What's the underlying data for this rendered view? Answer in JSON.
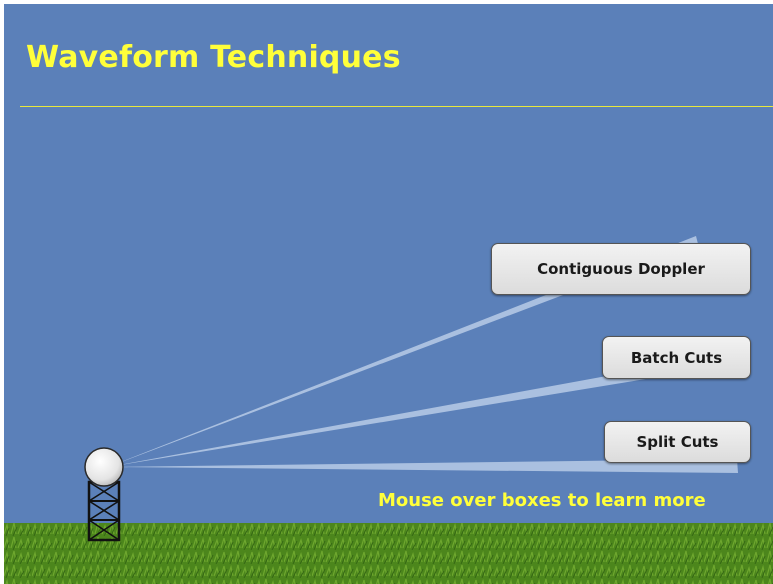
{
  "slide": {
    "title": "Waveform Techniques",
    "hint": "Mouse over boxes to learn more"
  },
  "buttons": {
    "contiguous_doppler": "Contiguous Doppler",
    "batch_cuts": "Batch Cuts",
    "split_cuts": "Split Cuts"
  },
  "colors": {
    "background": "#5b80b9",
    "title": "#ffff3a",
    "grass": "#4f8a1d"
  }
}
